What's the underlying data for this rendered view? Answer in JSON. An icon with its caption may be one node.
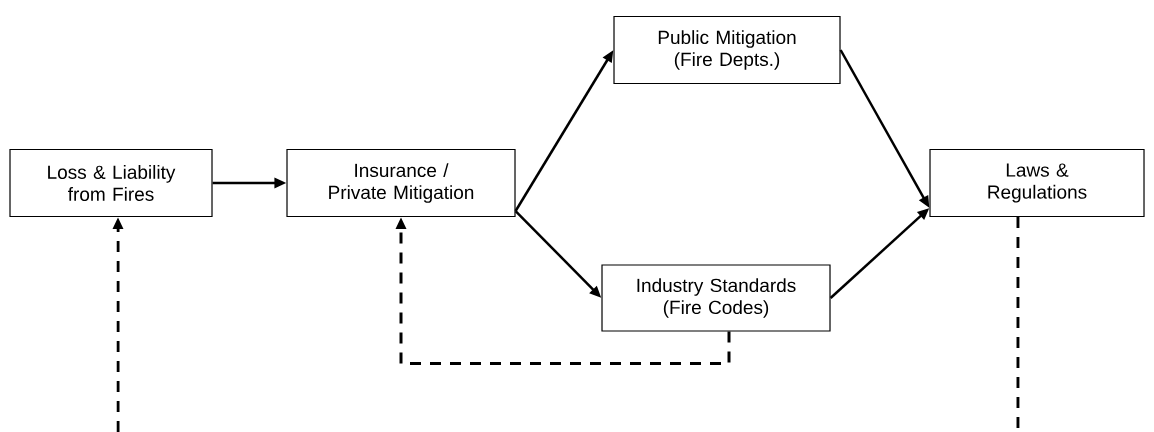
{
  "diagram": {
    "nodes": [
      {
        "text": [
          "Loss & Liability from Fires"
        ]
      },
      {
        "text": [
          "Insurance / Private Mitigation"
        ]
      },
      {
        "text": [
          "Public Mitigation (Fire Depts.)"
        ]
      },
      {
        "text": [
          "Industry Standards (Fire Codes)"
        ]
      },
      {
        "text": [
          "Laws & Regulations"
        ]
      }
    ],
    "edges": [
      {
        "from": 0,
        "to": 1,
        "arrow": "to"
      },
      {
        "from": 1,
        "to": 2,
        "arrow": "to"
      },
      {
        "from": 1,
        "to": 3,
        "arrow": "to"
      },
      {
        "from": 2,
        "to": 4,
        "arrow": "to"
      },
      {
        "from": 3,
        "to": 4,
        "arrow": "to"
      },
      {
        "from": 3,
        "to": 1,
        "arrow": "to",
        "style": "dashed"
      },
      {
        "from": 4,
        "to": null,
        "arrow": "none",
        "style": "dashed"
      },
      {
        "from": null,
        "to": 0,
        "arrow": "to",
        "style": "dashed"
      }
    ]
  }
}
